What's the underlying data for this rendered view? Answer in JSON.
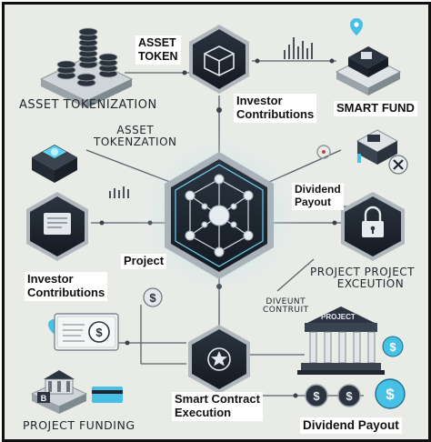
{
  "labels": {
    "asset_token": [
      "ASSET",
      "TOKEN"
    ],
    "asset_tokenization_top": "ASSET TOKENIZATION",
    "asset_tokenization_mid": [
      "ASSET",
      "TOKENZATION"
    ],
    "investor_contributions_top": [
      "Investor",
      "Contributions"
    ],
    "smart_fund": "SMART FUND",
    "dividend_payout_box": [
      "Dividend",
      "Payout"
    ],
    "project": "Project",
    "investor_contributions_left": [
      "Investor",
      "Contributions"
    ],
    "project_project_execution": [
      "PROJECT PROJECT",
      "EXCEUTION"
    ],
    "divieunt_contruit": [
      "DIVEUNT",
      "CONTRUIT"
    ],
    "project_plate": "PROJECT",
    "smart_contract_execution": [
      "Smart Contract",
      "Execution"
    ],
    "project_funding": "PROJECT FUNDING",
    "dividend_payout_bottom": "Dividend Payout"
  },
  "icons": {
    "center": "blockchain-network-icon",
    "top": "cube-icon",
    "left": "document-icon",
    "right": "padlock-icon",
    "bottom": "star-icon",
    "coin": "dollar-coin-icon",
    "bank": "bank-icon"
  },
  "colors": {
    "background": "#e9ebe7",
    "hex_dark": "#1f2630",
    "hex_rim": "#9aa3ab",
    "glow": "#4fc3e8",
    "line": "#59606a"
  }
}
